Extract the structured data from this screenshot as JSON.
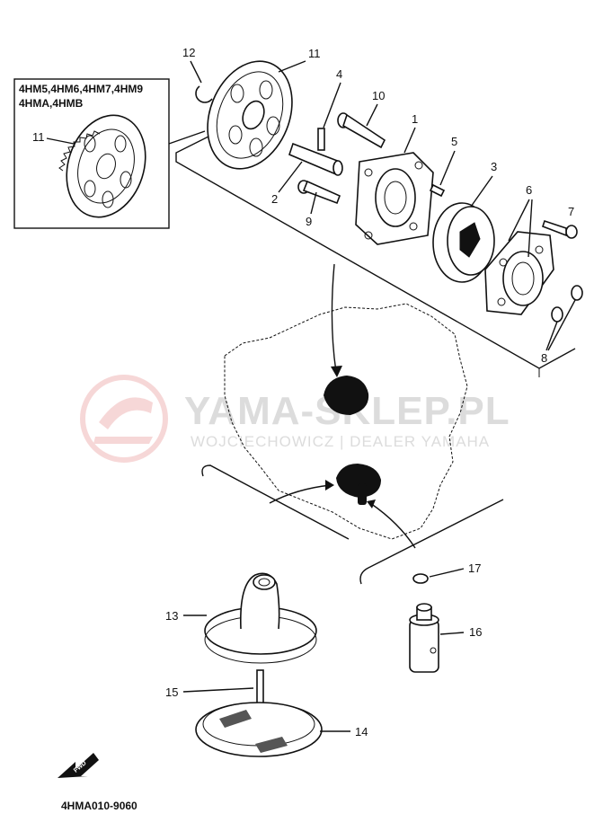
{
  "diagram": {
    "inset": {
      "models_line1": "4HM5,4HM6,4HM7,4HM9",
      "models_line2": "4HMA,4HMB",
      "callout": "11"
    },
    "callouts": {
      "p1": "1",
      "p2": "2",
      "p3": "3",
      "p4": "4",
      "p5": "5",
      "p6": "6",
      "p7": "7",
      "p8": "8",
      "p9": "9",
      "p10": "10",
      "p11": "11",
      "p12": "12",
      "p13": "13",
      "p14": "14",
      "p15": "15",
      "p16": "16",
      "p17": "17"
    },
    "diagram_code": "4HMA010-9060",
    "fwd_label": "FWD"
  },
  "watermark": {
    "title": "YAMA-SKLEP.PL",
    "subtitle": "WOJCIECHOWICZ | DEALER YAMAHA",
    "logo_color": "#f0b8b8",
    "text_color": "#dcdcdc"
  }
}
